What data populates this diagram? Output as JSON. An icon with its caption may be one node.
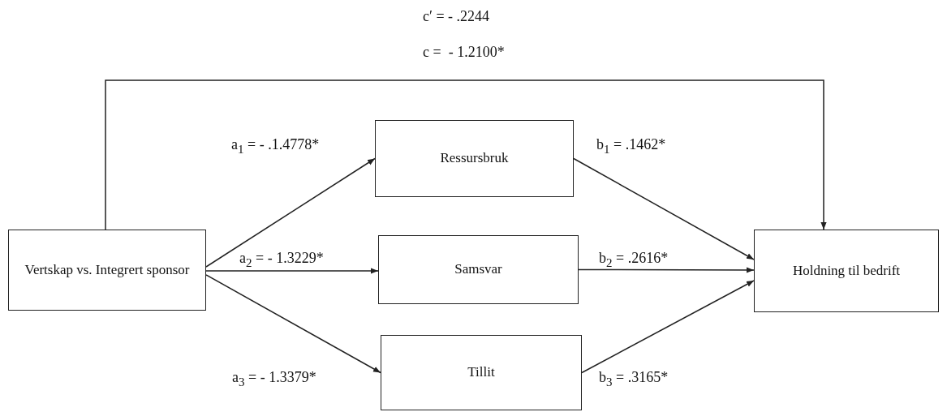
{
  "diagram": {
    "nodes": [
      {
        "text": [
          "Vertskap vs. Integrert sponsor"
        ]
      },
      {
        "text": [
          "Ressursbruk"
        ]
      },
      {
        "text": [
          "Samsvar"
        ]
      },
      {
        "text": [
          "Tillit"
        ]
      },
      {
        "text": [
          "Holdning til bedrift"
        ]
      }
    ],
    "edges": [
      {
        "from": 0,
        "to": 4,
        "arrow": "to"
      },
      {
        "from": 0,
        "to": 1,
        "arrow": "to",
        "label": "a$_{1}$ = - .1.4778*"
      },
      {
        "from": 0,
        "to": 2,
        "arrow": "to",
        "label": "a$_{2}$ = - 1.3229*"
      },
      {
        "from": 0,
        "to": 3,
        "arrow": "to",
        "label": "a$_{3}$ = - 1.3379*"
      },
      {
        "from": 1,
        "to": 4,
        "arrow": "to",
        "label": "b$_{1}$ = .1462*"
      },
      {
        "from": 2,
        "to": 4,
        "arrow": "to",
        "label": "b$_{2}$ = .2616*"
      },
      {
        "from": 3,
        "to": 4,
        "arrow": "to",
        "label": "b$_{3}$ = .3165*"
      }
    ],
    "labels": [
      "c′ = - .2244",
      "c =  - 1.2100*"
    ]
  }
}
